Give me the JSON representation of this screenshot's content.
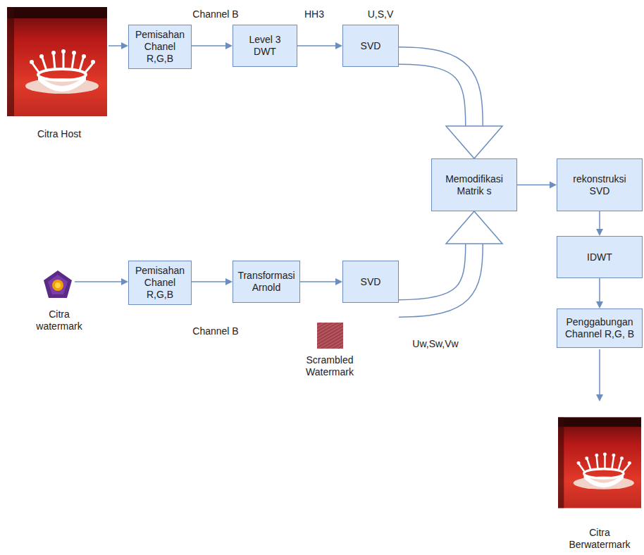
{
  "diagram": {
    "nodes": [
      {
        "text": [
          "Pemisahan Chanel R,G,B"
        ]
      },
      {
        "text": [
          "Level 3 DWT"
        ]
      },
      {
        "text": [
          "SVD"
        ]
      },
      {
        "text": [
          "Memodifikasi Matrik s"
        ]
      },
      {
        "text": [
          "rekonstruksi SVD"
        ]
      },
      {
        "text": [
          "IDWT"
        ]
      },
      {
        "text": [
          "Penggabungan Channel R,G, B"
        ]
      },
      {
        "text": [
          "Pemisahan Chanel R,G,B"
        ]
      },
      {
        "text": [
          "Transformasi Arnold"
        ]
      },
      {
        "text": [
          "SVD"
        ]
      }
    ],
    "edges": [
      {
        "from": 0,
        "to": 1,
        "arrow": "to"
      },
      {
        "from": 1,
        "to": 2,
        "arrow": "to"
      },
      {
        "from": 2,
        "to": 3,
        "arrow": "to"
      },
      {
        "from": 7,
        "to": 8,
        "arrow": "to"
      },
      {
        "from": 8,
        "to": 9,
        "arrow": "to"
      },
      {
        "from": 9,
        "to": 3,
        "arrow": "to"
      },
      {
        "from": 3,
        "to": 4,
        "arrow": "to"
      },
      {
        "from": 4,
        "to": 5,
        "arrow": "to"
      },
      {
        "from": 5,
        "to": 6,
        "arrow": "to"
      }
    ],
    "labels": [
      "Citra Host",
      "Channel B",
      "HH3",
      "U,S,V",
      "Citra watermark",
      "Channel B",
      "Scrambled Watermark",
      "Uw,Sw,Vw",
      "Citra Berwatermark"
    ]
  }
}
